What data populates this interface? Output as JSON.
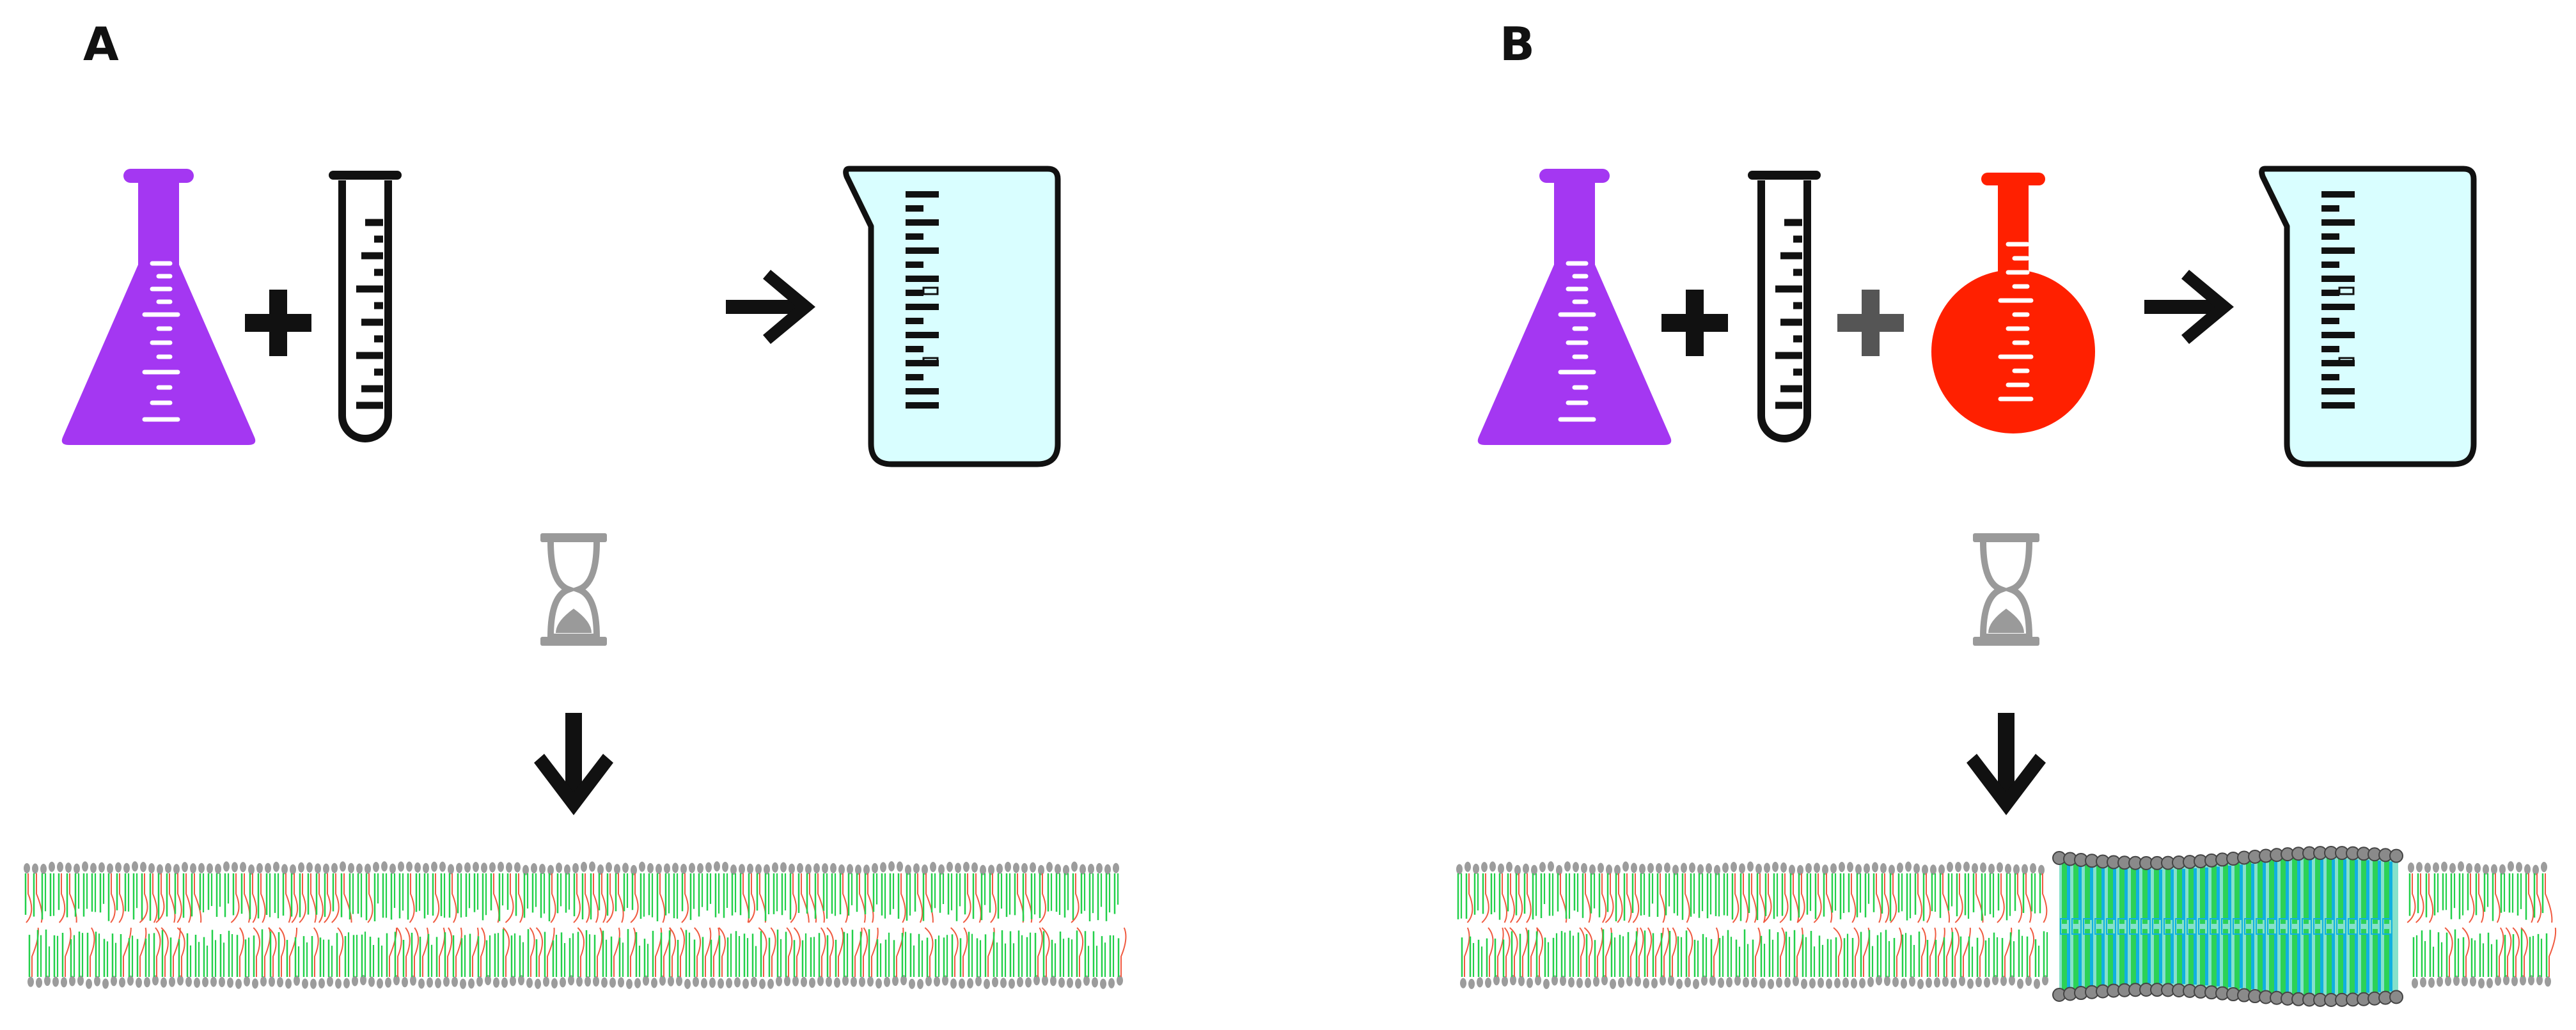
{
  "panels": [
    {
      "label": "A",
      "components": [
        "erlenmeyer-flask-icon",
        "test-tube-icon"
      ],
      "operators": [
        "+"
      ],
      "result": "beaker-icon",
      "membrane": "uniform-lipid-bilayer"
    },
    {
      "label": "B",
      "components": [
        "erlenmeyer-flask-icon",
        "test-tube-icon",
        "round-bottom-flask-icon"
      ],
      "operators": [
        "+",
        "+"
      ],
      "result": "beaker-icon",
      "membrane": "lipid-bilayer-with-ordered-domain"
    }
  ],
  "icons": {
    "time": "hourglass-icon",
    "reaction": "arrow-right-icon",
    "outcome": "arrow-down-icon"
  },
  "colors": {
    "erlenmeyer_flask": "#a437f2",
    "round_bottom_flask": "#ff2000",
    "beaker_fill": "#d9feff",
    "ink": "#111111",
    "operator_second": "#555555",
    "hourglass": "#9a9a9a",
    "lipid_head": "#9c9c9c",
    "lipid_tail_saturated": "#22d04a",
    "lipid_tail_unsaturated": "#f05a40",
    "domain_fill": "#20c8a0",
    "domain_tail": "#10b0e0",
    "domain_head": "#8a8a8a"
  }
}
